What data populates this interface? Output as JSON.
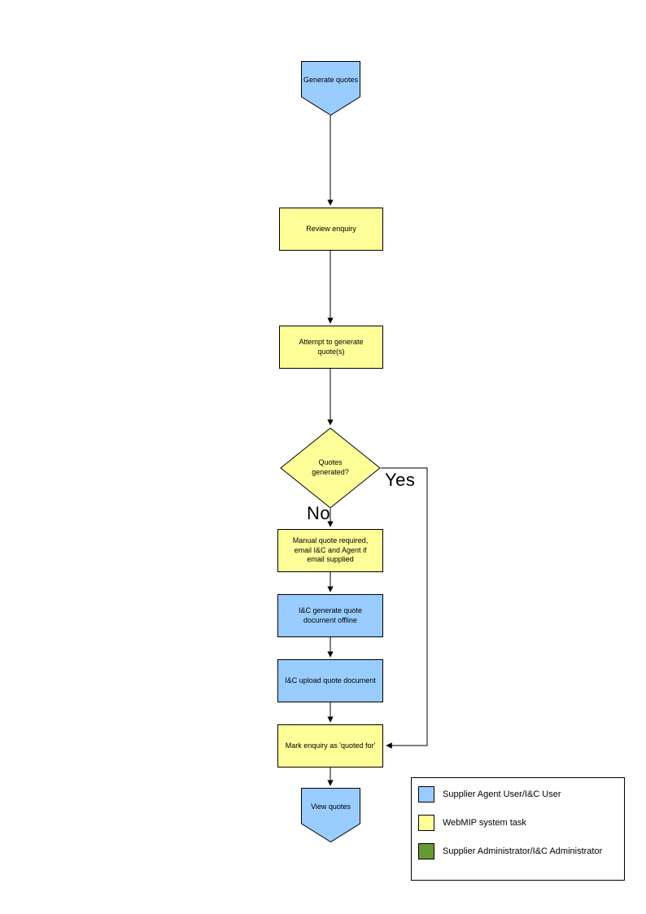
{
  "flowchart": {
    "nodes": {
      "start": {
        "label": "Generate quotes"
      },
      "review": {
        "label": "Review enquiry"
      },
      "attempt": {
        "label": "Attempt to generate quote(s)"
      },
      "decision": {
        "label": "Quotes generated?"
      },
      "manual": {
        "label": "Manual quote required, email I&C and Agent if email supplied"
      },
      "offline": {
        "label": "I&C generate quote document offline"
      },
      "upload": {
        "label": "I&C upload quote document"
      },
      "mark": {
        "label": "Mark enquiry as 'quoted for'"
      },
      "end": {
        "label": "View quotes"
      }
    },
    "labels": {
      "yes": "Yes",
      "no": "No"
    },
    "colors": {
      "actor_blue": "#99CCFF",
      "system_yellow": "#FFFF99",
      "admin_green": "#669933",
      "line": "#000000"
    }
  },
  "legend": {
    "items": [
      {
        "color": "#99CCFF",
        "label": "Supplier Agent User/I&C User"
      },
      {
        "color": "#FFFF99",
        "label": "WebMIP system task"
      },
      {
        "color": "#669933",
        "label": "Supplier Administrator/I&C Administrator"
      }
    ]
  }
}
